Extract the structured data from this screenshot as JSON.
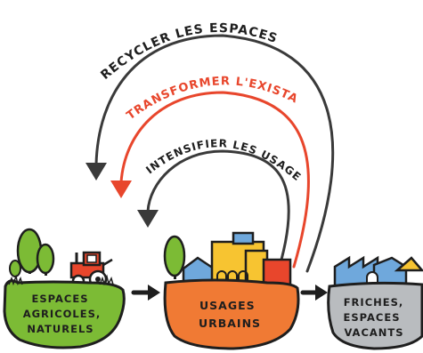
{
  "arcs": {
    "outer": {
      "label": "RECYCLER LES ESPACES",
      "color": "#3a3a3a"
    },
    "middle": {
      "label": "TRANSFORMER L'EXISTANT",
      "color": "#e8462c"
    },
    "inner": {
      "label": "INTENSIFIER LES USAGES",
      "color": "#3a3a3a"
    }
  },
  "islands": {
    "natural": {
      "lines": [
        "ESPACES",
        "AGRICOLES,",
        "NATURELS"
      ],
      "color": "#7cbb35"
    },
    "urban": {
      "lines": [
        "USAGES",
        "URBAINS"
      ],
      "color": "#f07a34"
    },
    "vacant": {
      "lines": [
        "FRICHES,",
        "ESPACES",
        "VACANTS"
      ],
      "color": "#b9bcbf"
    }
  },
  "colors": {
    "outline": "#1e1e1e",
    "tree": "#7cbb35",
    "tractor": "#e8462c",
    "building_yellow": "#f7c431",
    "building_blue": "#6fa8dc",
    "building_red": "#e8462c"
  }
}
